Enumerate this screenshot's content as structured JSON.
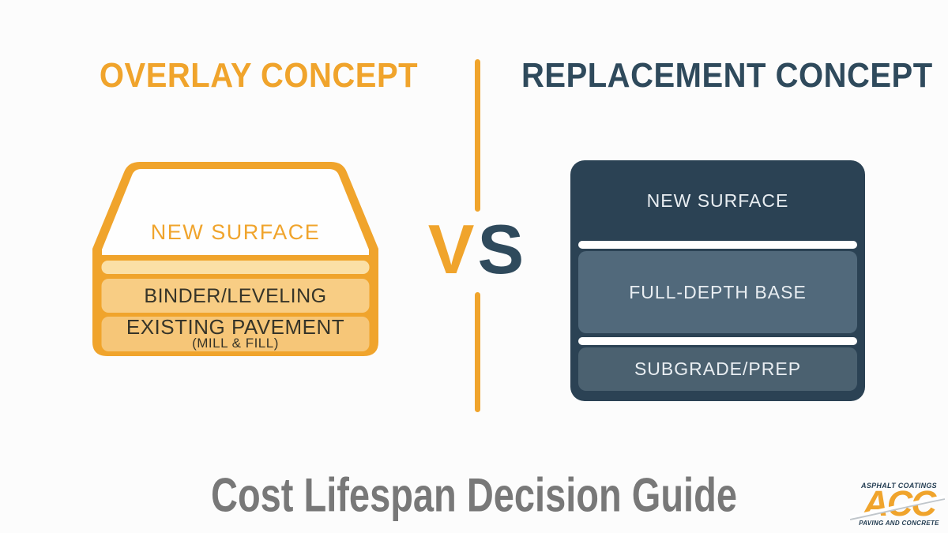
{
  "colors": {
    "bg": "#fcfcfc",
    "orange": "#f0a42c",
    "navy": "#2f4a5c",
    "navy_dark": "#2b4254",
    "slate_mid": "#51697b",
    "slate_low": "#4b6170",
    "cream": "#fbe0a6",
    "binder_fill": "#f8cd84",
    "existing_fill": "#f6c678",
    "text_dark": "#363428",
    "right_label": "#e9eef2",
    "title_gray": "#787878",
    "logo_navy": "#233d52"
  },
  "left": {
    "heading": "OVERLAY CONCEPT",
    "layers": {
      "surface": "NEW SURFACE",
      "binder": "BINDER/LEVELING",
      "existing": "EXISTING PAVEMENT",
      "existing_sub": "(MILL & FILL)"
    }
  },
  "right": {
    "heading": "REPLACEMENT CONCEPT",
    "layers": {
      "surface": "NEW SURFACE",
      "base": "FULL-DEPTH BASE",
      "subgrade": "SUBGRADE/PREP"
    }
  },
  "versus": {
    "v": "V",
    "s": "S"
  },
  "footer": {
    "title": "Cost Lifespan Decision Guide"
  },
  "logo": {
    "top": "ASPHALT COATINGS",
    "acronym": "ACC",
    "bottom": "PAVING AND CONCRETE"
  }
}
